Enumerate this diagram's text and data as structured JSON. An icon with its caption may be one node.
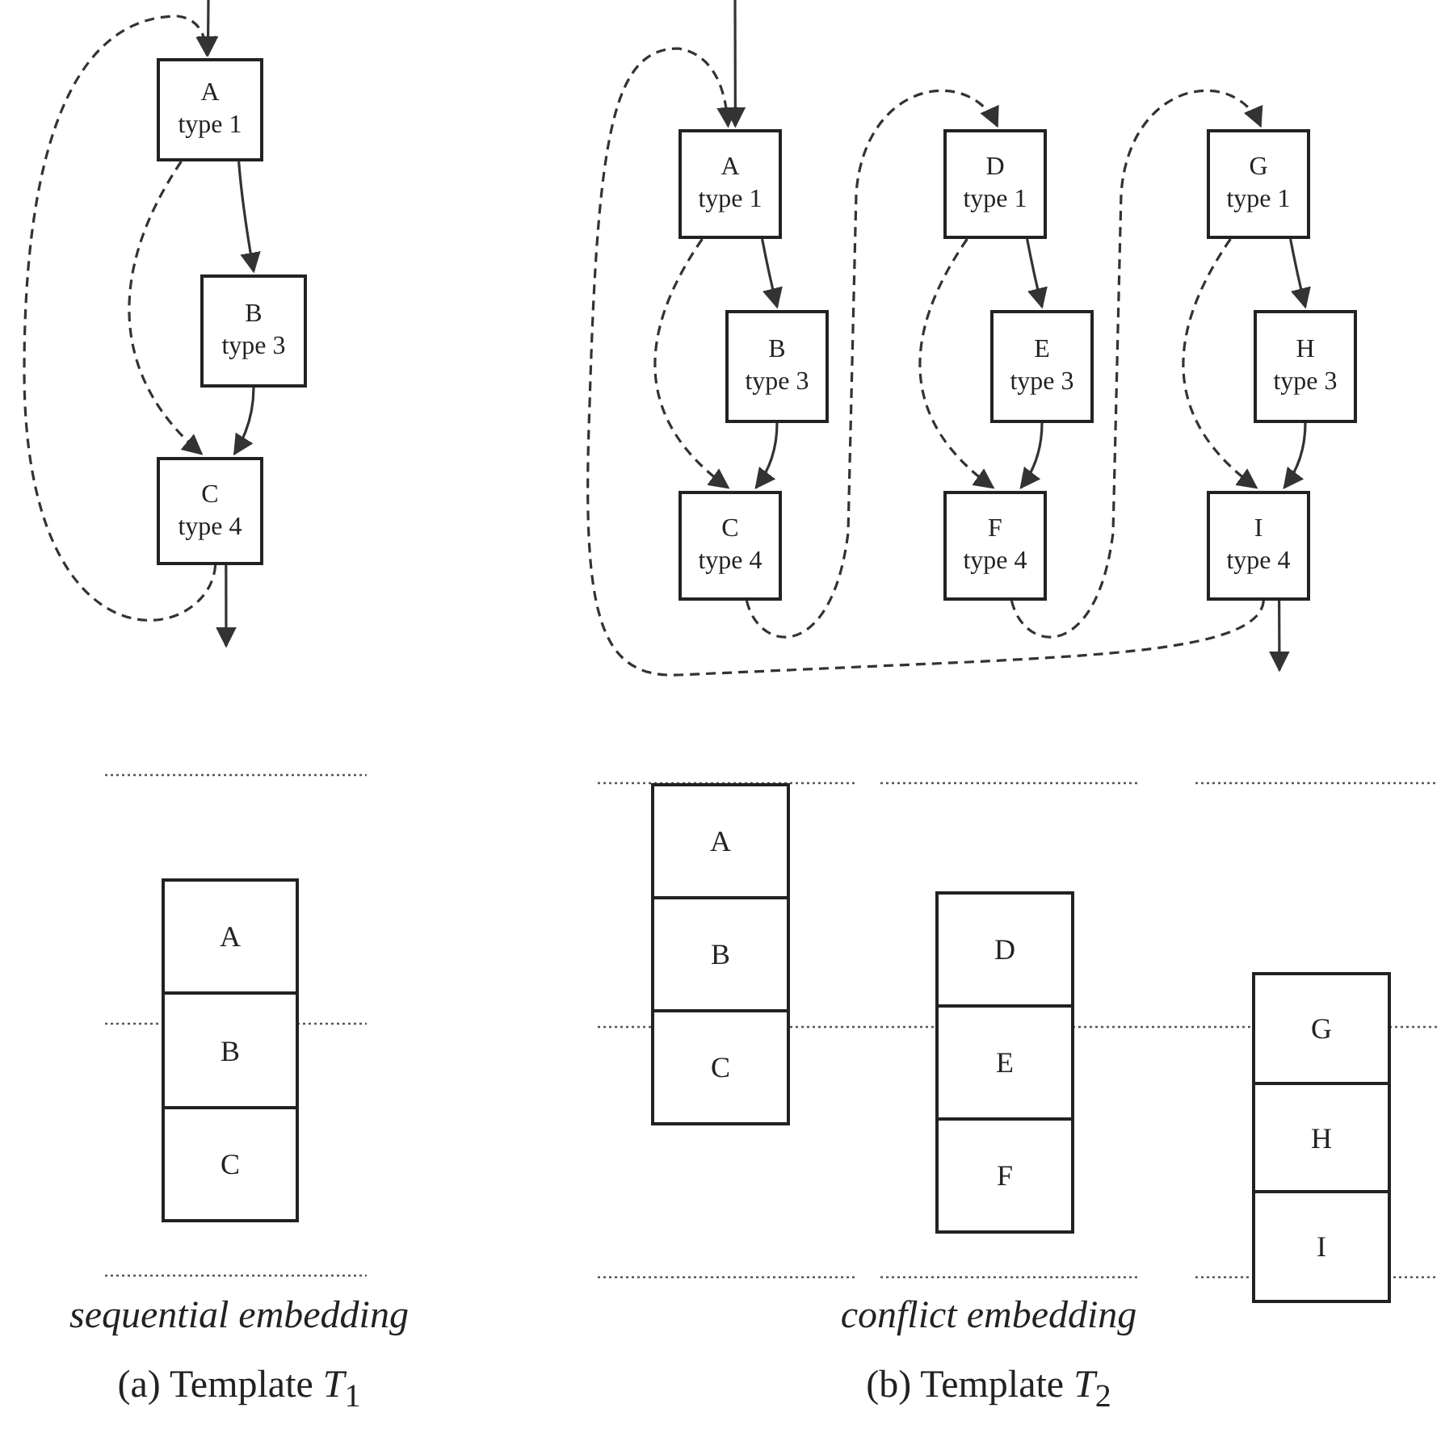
{
  "diagram": {
    "nodes": [
      {
        "text": [
          "A",
          "type 1"
        ]
      },
      {
        "text": [
          "B",
          "type 3"
        ]
      },
      {
        "text": [
          "C",
          "type 4"
        ]
      },
      {
        "text": [
          "A",
          "type 1"
        ]
      },
      {
        "text": [
          "B",
          "type 3"
        ]
      },
      {
        "text": [
          "C",
          "type 4"
        ]
      },
      {
        "text": [
          "D",
          "type 1"
        ]
      },
      {
        "text": [
          "E",
          "type 3"
        ]
      },
      {
        "text": [
          "F",
          "type 4"
        ]
      },
      {
        "text": [
          "G",
          "type 1"
        ]
      },
      {
        "text": [
          "H",
          "type 3"
        ]
      },
      {
        "text": [
          "I",
          "type 4"
        ]
      },
      {
        "text": [
          "A"
        ]
      },
      {
        "text": [
          "B"
        ]
      },
      {
        "text": [
          "C"
        ]
      },
      {
        "text": [
          "A"
        ]
      },
      {
        "text": [
          "B"
        ]
      },
      {
        "text": [
          "C"
        ]
      },
      {
        "text": [
          "D"
        ]
      },
      {
        "text": [
          "E"
        ]
      },
      {
        "text": [
          "F"
        ]
      },
      {
        "text": [
          "G"
        ]
      },
      {
        "text": [
          "H"
        ]
      },
      {
        "text": [
          "I"
        ]
      }
    ],
    "edges": [
      {
        "from": null,
        "to": 0,
        "arrow": "to"
      },
      {
        "from": 0,
        "to": 1,
        "arrow": "to"
      },
      {
        "from": 1,
        "to": 2,
        "arrow": "to"
      },
      {
        "from": 0,
        "to": 2,
        "arrow": "to",
        "style": "dashed"
      },
      {
        "from": 2,
        "to": null,
        "arrow": "to"
      },
      {
        "from": 2,
        "to": 0,
        "arrow": "to",
        "style": "dashed"
      },
      {
        "from": null,
        "to": 3,
        "arrow": "to"
      },
      {
        "from": 3,
        "to": 4,
        "arrow": "to"
      },
      {
        "from": 4,
        "to": 5,
        "arrow": "to"
      },
      {
        "from": 3,
        "to": 5,
        "arrow": "to",
        "style": "dashed"
      },
      {
        "from": 5,
        "to": 6,
        "arrow": "to",
        "style": "dashed"
      },
      {
        "from": 6,
        "to": 7,
        "arrow": "to"
      },
      {
        "from": 7,
        "to": 8,
        "arrow": "to"
      },
      {
        "from": 6,
        "to": 8,
        "arrow": "to",
        "style": "dashed"
      },
      {
        "from": 8,
        "to": 9,
        "arrow": "to",
        "style": "dashed"
      },
      {
        "from": 9,
        "to": 10,
        "arrow": "to"
      },
      {
        "from": 10,
        "to": 11,
        "arrow": "to"
      },
      {
        "from": 9,
        "to": 11,
        "arrow": "to",
        "style": "dashed"
      },
      {
        "from": 11,
        "to": null,
        "arrow": "to"
      },
      {
        "from": 11,
        "to": 3,
        "arrow": "to",
        "style": "dashed"
      }
    ],
    "labels": [
      "sequential embedding",
      "conflict embedding",
      "(a) Template *T*$_{1}$",
      "(b) Template *T*$_{2}$"
    ]
  }
}
